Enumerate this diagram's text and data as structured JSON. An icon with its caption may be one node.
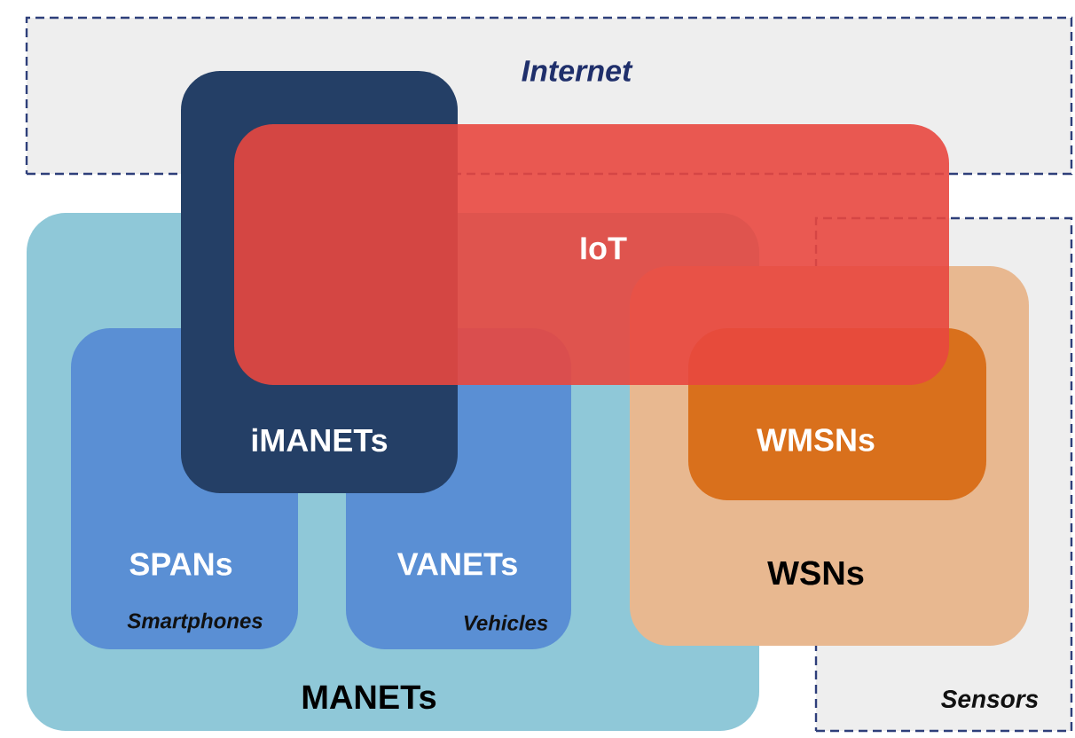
{
  "diagram": {
    "nodes": [
      {
        "text": [
          "Internet"
        ]
      },
      {
        "text": [
          "Sensors"
        ]
      },
      {
        "text": [
          "MANETs"
        ]
      },
      {
        "text": [
          "SPANs",
          "Smartphones"
        ],
        "in": 2
      },
      {
        "text": [
          "VANETs",
          "Vehicles"
        ],
        "in": 2
      },
      {
        "text": [
          "WSNs"
        ]
      },
      {
        "text": [
          "WMSNs"
        ],
        "in": 5
      },
      {
        "text": [
          "iMANETs"
        ]
      },
      {
        "text": [
          "IoT"
        ]
      }
    ]
  }
}
